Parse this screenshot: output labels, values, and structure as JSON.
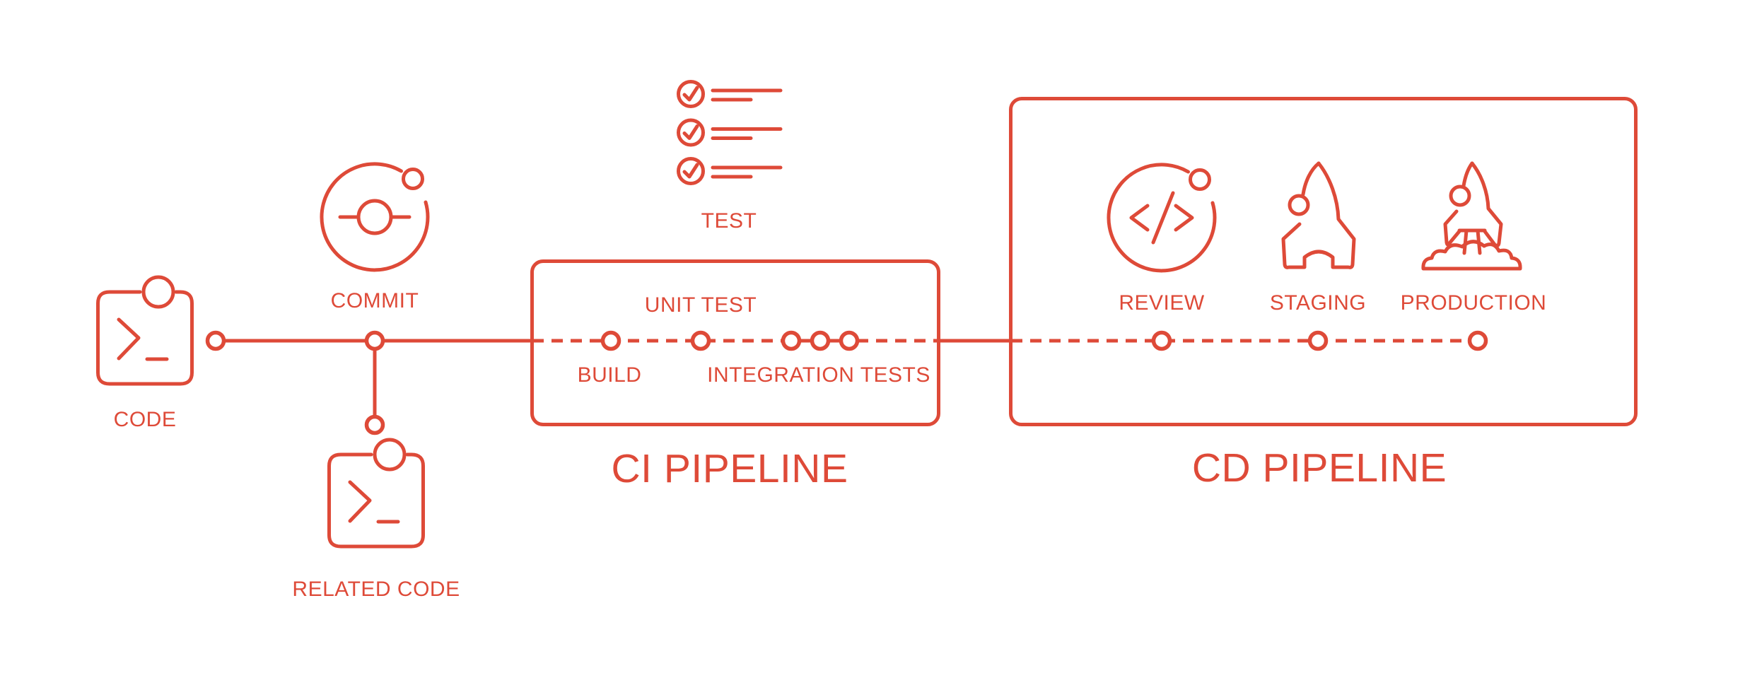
{
  "diagram": {
    "name": "CI/CD pipeline flow diagram",
    "accent_color": "#DE4A38",
    "background_color": "#FFFFFF",
    "source": {
      "code": {
        "label": "CODE",
        "icon": "terminal-window-icon"
      },
      "commit": {
        "label": "COMMIT",
        "icon": "git-commit-icon"
      },
      "related_code": {
        "label": "RELATED CODE",
        "icon": "terminal-window-icon"
      },
      "test": {
        "label": "TEST",
        "icon": "checklist-icon"
      }
    },
    "ci": {
      "title": "CI PIPELINE",
      "stages": {
        "build": {
          "label": "BUILD"
        },
        "unit_test": {
          "label": "UNIT TEST"
        },
        "integration_tests": {
          "label": "INTEGRATION TESTS"
        }
      }
    },
    "cd": {
      "title": "CD PIPELINE",
      "stages": {
        "review": {
          "label": "REVIEW",
          "icon": "code-review-icon"
        },
        "staging": {
          "label": "STAGING",
          "icon": "rocket-icon"
        },
        "production": {
          "label": "PRODUCTION",
          "icon": "rocket-launch-icon"
        }
      }
    }
  }
}
